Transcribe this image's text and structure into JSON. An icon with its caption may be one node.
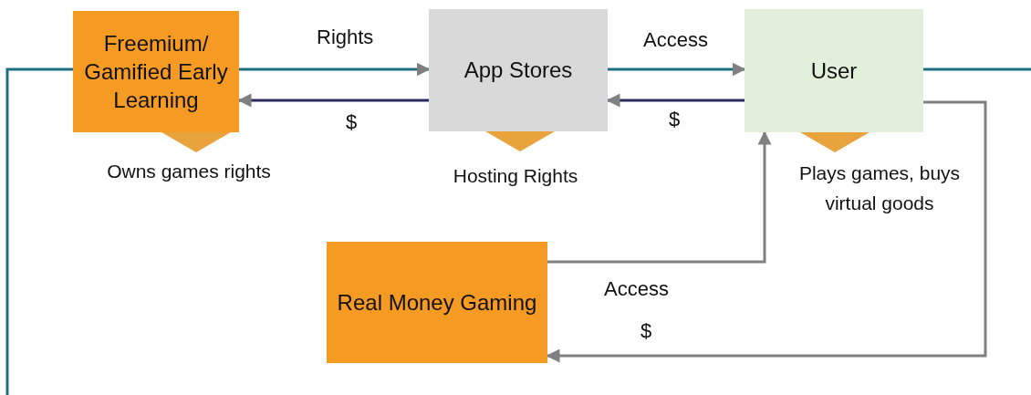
{
  "diagram": {
    "nodes": [
      {
        "text": [
          "Freemium/ Gamified Early Learning"
        ]
      },
      {
        "text": [
          "App Stores"
        ]
      },
      {
        "text": [
          "User"
        ]
      },
      {
        "text": [
          "Real Money Gaming"
        ]
      },
      {
        "text": [],
        "shape": "triangle",
        "beside": [
          "Owns games rights"
        ]
      },
      {
        "text": [],
        "shape": "triangle",
        "beside": [
          "Hosting Rights"
        ]
      },
      {
        "text": [],
        "shape": "triangle",
        "beside": [
          "Plays games, buys virtual goods"
        ]
      }
    ],
    "edges": [
      {
        "from": 0,
        "to": 1,
        "arrow": "to",
        "label": "Rights",
        "color": "#1f6f7f"
      },
      {
        "from": 1,
        "to": 0,
        "arrow": "to",
        "label": "$",
        "color": "#2b2a5e"
      },
      {
        "from": 1,
        "to": 2,
        "arrow": "to",
        "label": "Access",
        "color": "#1f6f7f"
      },
      {
        "from": 2,
        "to": 1,
        "arrow": "to",
        "label": "$",
        "color": "#2b2a5e"
      },
      {
        "from": 3,
        "to": 2,
        "arrow": "to",
        "label": "Access",
        "color": "#808080"
      },
      {
        "from": 2,
        "to": 3,
        "arrow": "to",
        "label": "$",
        "color": "#808080"
      }
    ]
  }
}
